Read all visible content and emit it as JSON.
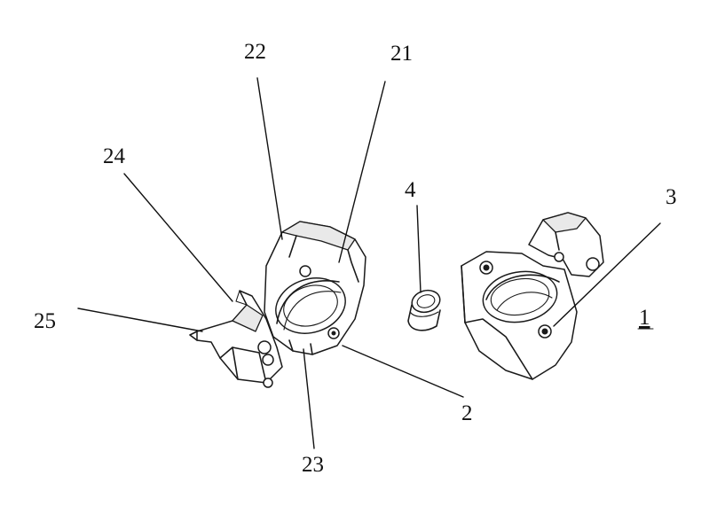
{
  "labels": {
    "l22": "22",
    "l21": "21",
    "l24": "24",
    "l4": "4",
    "l3": "3",
    "l25": "25",
    "l1": "1",
    "l2": "2",
    "l23": "23"
  }
}
